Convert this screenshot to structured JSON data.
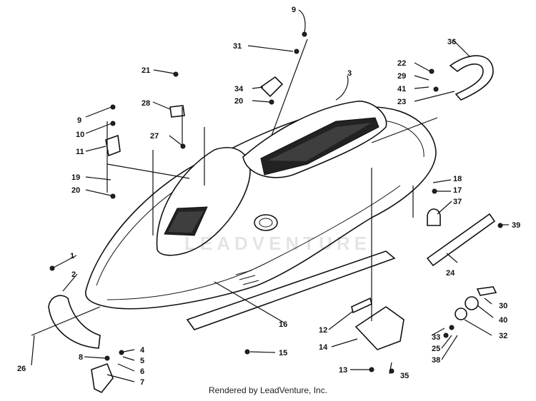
{
  "callouts": [
    "1",
    "2",
    "3",
    "4",
    "5",
    "6",
    "7",
    "8",
    "9",
    "9",
    "10",
    "11",
    "12",
    "13",
    "14",
    "15",
    "16",
    "17",
    "18",
    "19",
    "20",
    "20",
    "21",
    "22",
    "23",
    "24",
    "25",
    "26",
    "27",
    "28",
    "29",
    "30",
    "31",
    "32",
    "33",
    "34",
    "35",
    "36",
    "37",
    "38",
    "39",
    "40",
    "41"
  ],
  "watermark": "LEADVENTURE",
  "footer": "Rendered by LeadVenture, Inc."
}
